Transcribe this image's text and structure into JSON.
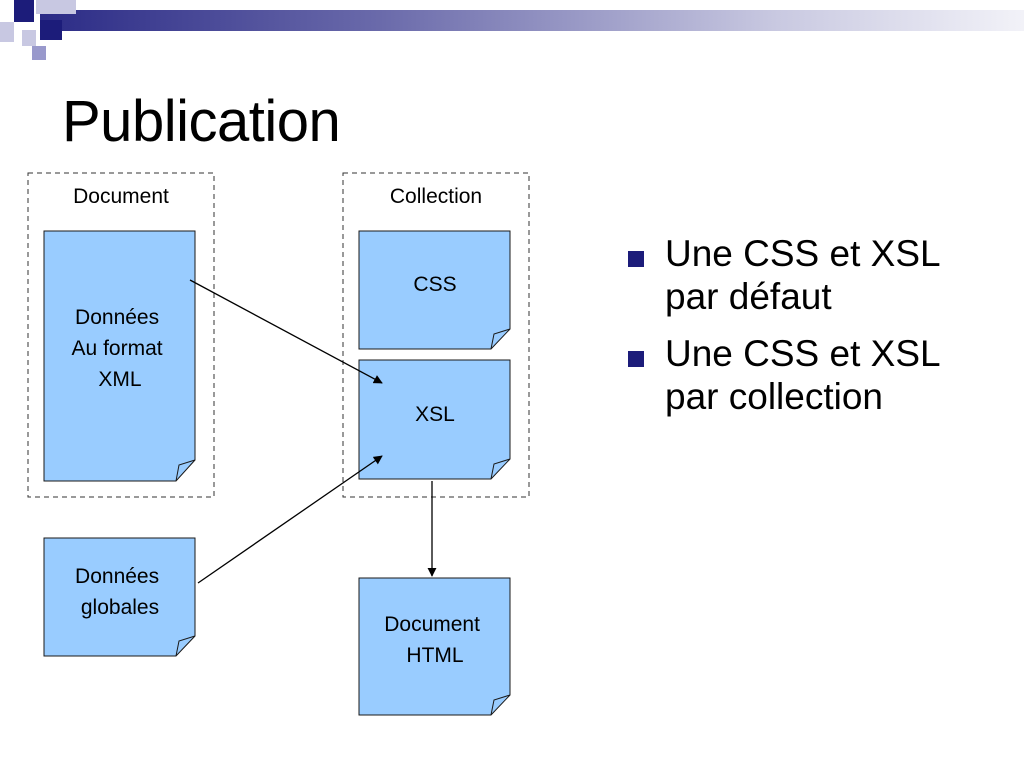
{
  "slide": {
    "title": "Publication"
  },
  "diagram": {
    "group_document": "Document",
    "group_collection": "Collection",
    "node_xml": [
      "Données",
      "Au format",
      "XML"
    ],
    "node_global": [
      "Données",
      "globales"
    ],
    "node_css": [
      "CSS"
    ],
    "node_xsl": [
      "XSL"
    ],
    "node_html": [
      "Document",
      "HTML"
    ]
  },
  "bullets": [
    {
      "line1": "Une CSS et XSL",
      "line2": "par défaut"
    },
    {
      "line1": "Une CSS et XSL",
      "line2": "par collection"
    }
  ],
  "colors": {
    "node_fill": "#99ccff",
    "node_stroke": "#1a1a1a",
    "bullet_square": "#1c1c7a",
    "header_dark": "#2b2b86"
  }
}
